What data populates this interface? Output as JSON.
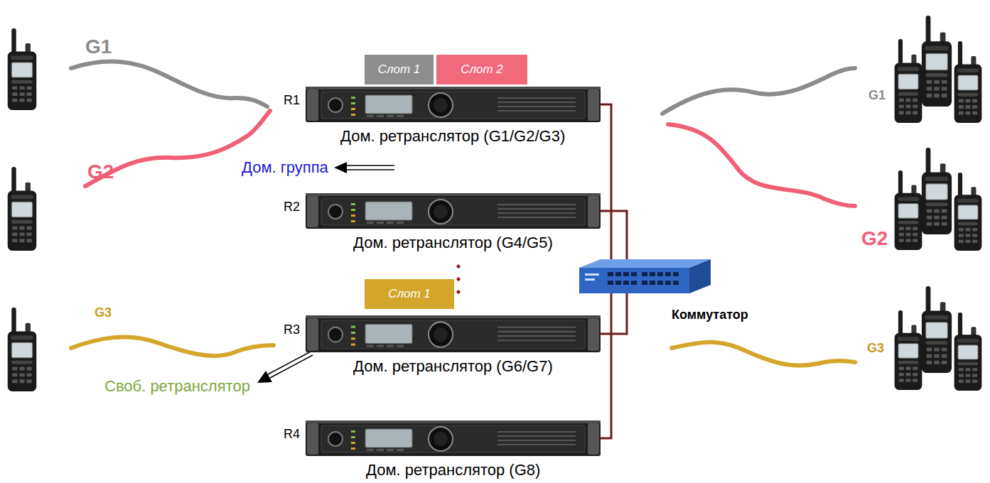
{
  "diagram": {
    "nodes": [
      {
        "text": [
          "Слот 1"
        ]
      },
      {
        "text": [
          "Слот 2"
        ]
      },
      {
        "text": [
          "R1",
          "Дом. ретранслятор (G1/G2/G3)"
        ]
      },
      {
        "text": [
          "R2",
          "Дом. ретранслятор (G4/G5)"
        ]
      },
      {
        "text": [
          "Слот 1"
        ]
      },
      {
        "text": [
          "R3",
          "Дом. ретранслятор (G6/G7)"
        ]
      },
      {
        "text": [
          "R4",
          "Дом. ретранслятор (G8)"
        ]
      },
      {
        "text": [
          "Коммутатор"
        ]
      }
    ],
    "edges": [
      {
        "from": 7,
        "to": 2,
        "arrow": "none"
      },
      {
        "from": 7,
        "to": 3,
        "arrow": "none"
      },
      {
        "from": 7,
        "to": 5,
        "arrow": "none"
      },
      {
        "from": 7,
        "to": 6,
        "arrow": "none"
      }
    ],
    "labels": [
      "G1",
      "G2",
      "G3",
      "G1",
      "G2",
      "G3",
      "Дом. группа",
      "Своб. ретранслятор"
    ]
  }
}
